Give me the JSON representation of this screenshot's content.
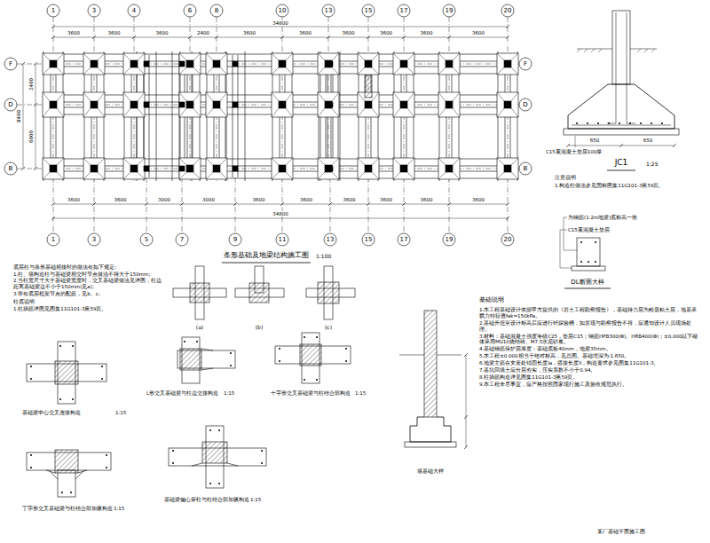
{
  "diagram": {
    "title": "条形基础及地梁结构施工图",
    "labels": [
      "1",
      "3",
      "4",
      "6",
      "8",
      "10",
      "13",
      "15",
      "17",
      "19",
      "20",
      "1",
      "3",
      "5",
      "7",
      "9",
      "11",
      "13",
      "15",
      "17",
      "19",
      "20",
      "F",
      "D",
      "B",
      "F",
      "D",
      "B",
      "34800",
      "3600",
      "3600",
      "3600",
      "2400",
      "3600",
      "3600",
      "3600",
      "3600",
      "3600",
      "3600",
      "3600",
      "3600",
      "3000",
      "3000",
      "3600",
      "3600",
      "3600",
      "3600",
      "3600",
      "3600",
      "34800",
      "2400",
      "6000",
      "8400",
      "1:100",
      "JC1",
      "1:25",
      "650",
      "650",
      "C15素混凝土垫层100厚",
      "注意说明",
      "1.构造柱做法参见国标图集11G101-3第59页。",
      "为钢筋(1.2m地梁)底标高一致",
      "C15素混凝土垫层",
      "DL断面大样",
      "底层柱与条形基础相接时的做法有如下规定:",
      "1.柱、墙构造柱与基础梁相交时节点做法不得大于150mm;",
      "2.当柱宽尺寸大于基础梁宽度时，交叉基础梁做法见详图，柱边距离基础梁边不小于150mm(见a);",
      "3.带有底层框架节点的配筋，见b、c;",
      "柱底说明",
      "1.柱插筋详图见图集11G101-3第59页。",
      "(a)",
      "(b)",
      "(c)",
      "基础梁中心交叉连接构造",
      "1:15",
      "L形交叉基础梁与柱边交接构造",
      "1:15",
      "十字形交叉基础梁与柱结合部构造",
      "1:15",
      "丁字形交叉基础梁与柱结合部加腋构造",
      "1:15",
      "基础梁偏心穿柱与柱结合部加腋构造",
      "1:15",
      "墙基础大样",
      "基础说明",
      "1.本工程基础设计依据甲方提供的《岩土工程勘察报告》，基础持力层为粉质粘土层，地基承载力特征值fak=150kPa。",
      "2.基础开挖至设计标高后应进行钎探验槽，如发现与勘察报告不符，应通知设计人员现场处理。",
      "3.材料：基础混凝土强度等级C25，垫层C15；钢筋HPB300(Φ)、HRB400(Φ)；±0.000以下砌体采用MU10烧结砖、M7.5水泥砂浆。",
      "4.基础钢筋保护层厚度：基础底板40mm，地梁35mm。",
      "5.本工程±0.000相当于绝对标高，见总图。基础埋深为-1.650。",
      "6.地梁主筋在支座处锚固长度la，搭接长度ll，构造要求参见图集11G101-3。",
      "7.基坑回填土应分层夯实，压实系数不小于0.94。",
      "8.柱插筋构造详见图集11G101-3第59页。",
      "9.本工程未尽事宜，应严格按照国家现行施工及验收规范执行。",
      "某厂基础平面施工图"
    ]
  }
}
